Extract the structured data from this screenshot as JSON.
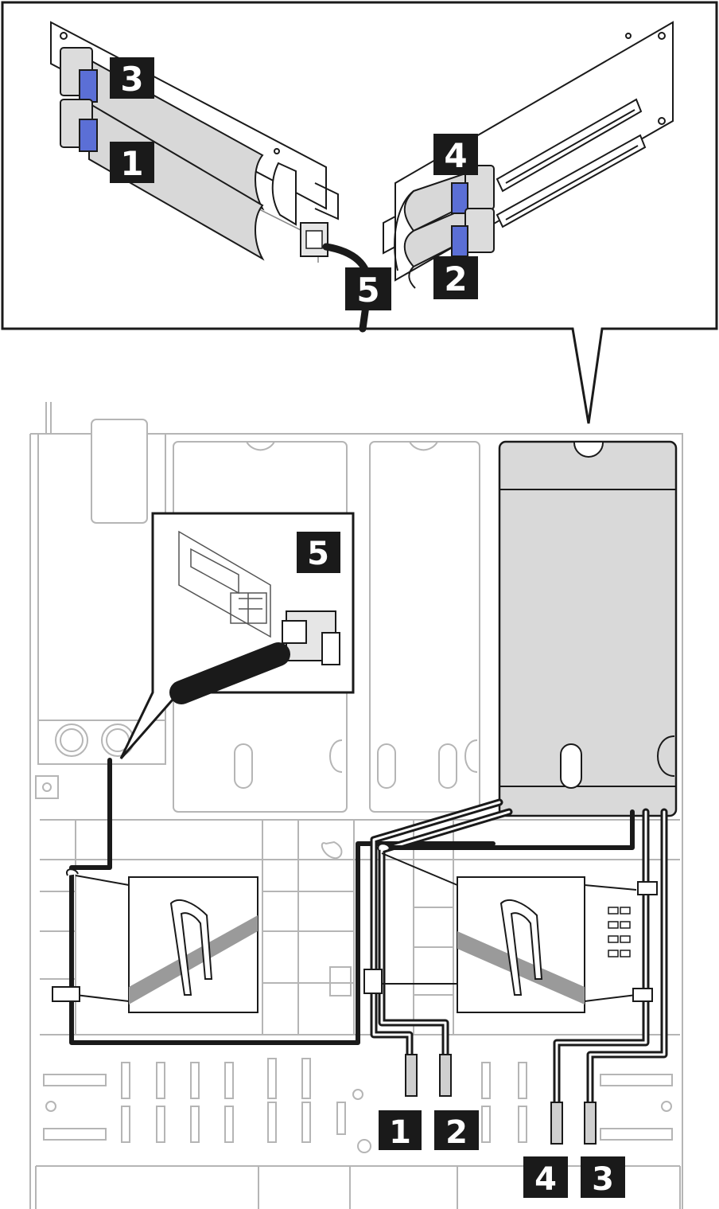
{
  "callouts": {
    "riser_top_left": [
      "3",
      "1"
    ],
    "riser_top_right": [
      "4",
      "2"
    ],
    "power_cable": "5",
    "detail_inset": "5",
    "board_bottom": [
      "1",
      "2",
      "4",
      "3"
    ]
  },
  "colors": {
    "line": "#1a1a1a",
    "cable_flat": "#d8d8d8",
    "pull_tab": "#5b6fd6",
    "riser_cage": "#d9d9d9",
    "label_bg": "#1a1a1a",
    "cross_strap": "#9a9a9a"
  }
}
